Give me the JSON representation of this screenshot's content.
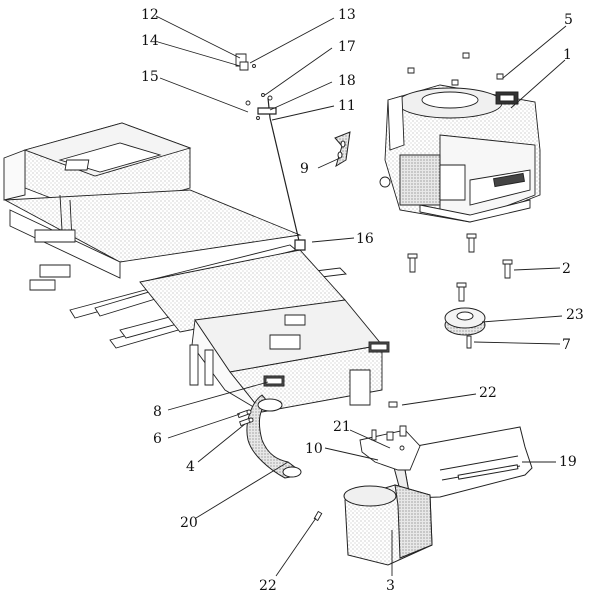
{
  "diagram": {
    "callouts": [
      {
        "id": "c12a",
        "text": "12"
      },
      {
        "id": "c13",
        "text": "13"
      },
      {
        "id": "c14",
        "text": "14"
      },
      {
        "id": "c17",
        "text": "17"
      },
      {
        "id": "c15",
        "text": "15"
      },
      {
        "id": "c18",
        "text": "18"
      },
      {
        "id": "c11",
        "text": "11"
      },
      {
        "id": "c5",
        "text": "5"
      },
      {
        "id": "c1",
        "text": "1"
      },
      {
        "id": "c9",
        "text": "9"
      },
      {
        "id": "c16",
        "text": "16"
      },
      {
        "id": "c2",
        "text": "2"
      },
      {
        "id": "c23",
        "text": "23"
      },
      {
        "id": "c7",
        "text": "7"
      },
      {
        "id": "c8",
        "text": "8"
      },
      {
        "id": "c22a",
        "text": "22"
      },
      {
        "id": "c6",
        "text": "6"
      },
      {
        "id": "c21",
        "text": "21"
      },
      {
        "id": "c10",
        "text": "10"
      },
      {
        "id": "c19",
        "text": "19"
      },
      {
        "id": "c4",
        "text": "4"
      },
      {
        "id": "c20",
        "text": "20"
      },
      {
        "id": "c22b",
        "text": "22"
      },
      {
        "id": "c3",
        "text": "3"
      }
    ]
  }
}
